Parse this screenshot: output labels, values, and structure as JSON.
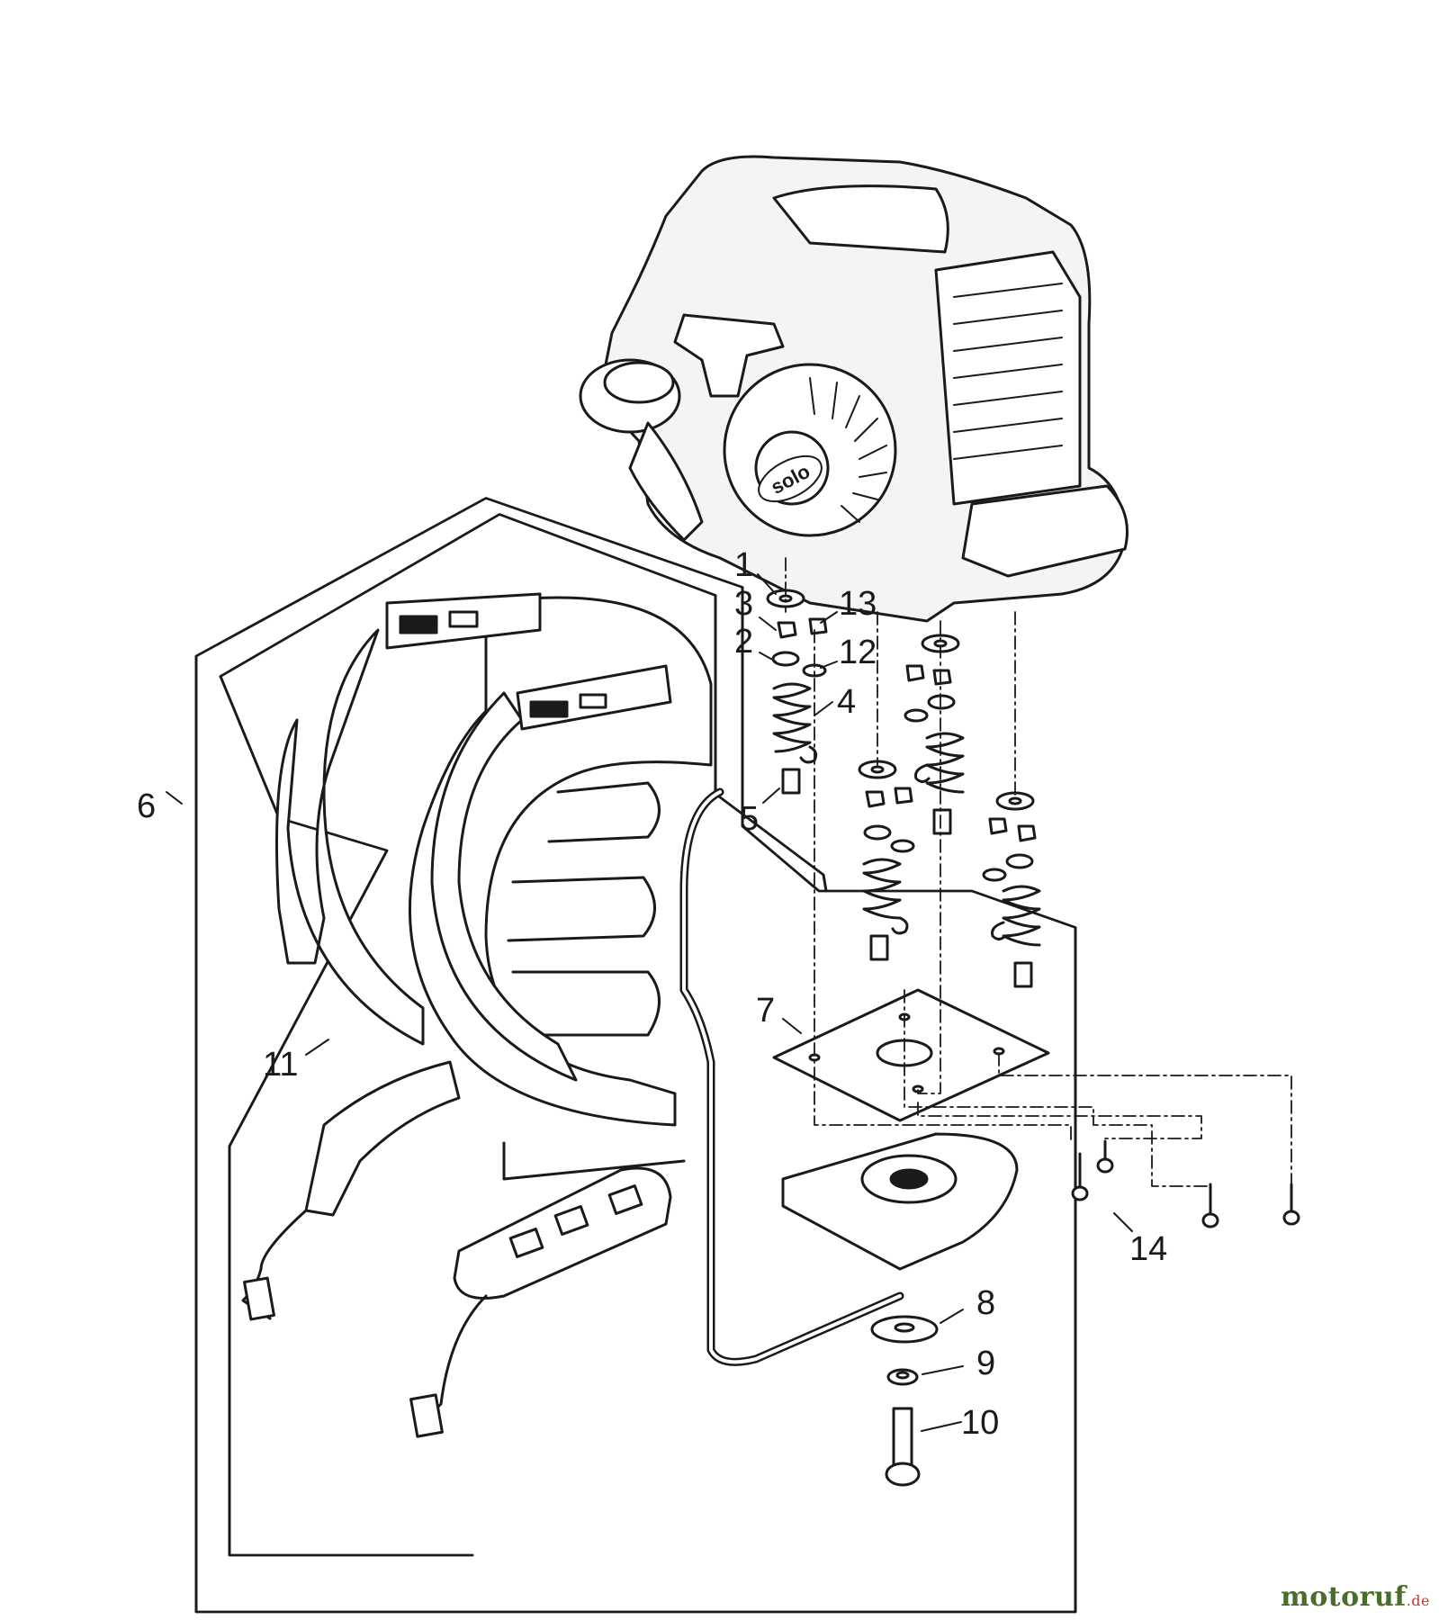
{
  "callouts": {
    "c1": "1",
    "c2": "2",
    "c3": "3",
    "c4": "4",
    "c5": "5",
    "c6": "6",
    "c7": "7",
    "c8": "8",
    "c9": "9",
    "c10": "10",
    "c11": "11",
    "c12": "12",
    "c13": "13",
    "c14": "14"
  },
  "engine_logo": "solo",
  "watermark": {
    "main": "motoruf",
    "tld": ".de"
  },
  "colors": {
    "line": "#1a1a1a",
    "engine_fill": "#f4f4f4",
    "background": "#ffffff",
    "watermark_green": "#4a6e2a",
    "watermark_red": "#c0392b"
  }
}
